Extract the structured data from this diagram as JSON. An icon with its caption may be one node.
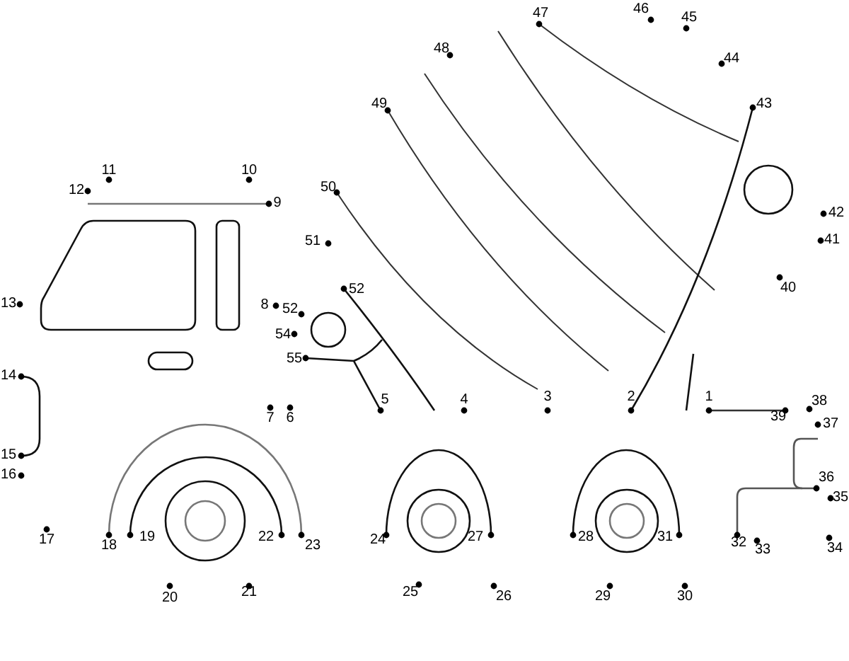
{
  "diagram": {
    "labels": [
      "46",
      "47",
      "45",
      "48",
      "44",
      "49",
      "43",
      "10",
      "11",
      "50",
      "12",
      "9",
      "42",
      "41",
      "51",
      "40",
      "52",
      "13",
      "8",
      "52",
      "54",
      "55",
      "14",
      "1",
      "2",
      "3",
      "4",
      "5",
      "38",
      "7",
      "6",
      "39",
      "37",
      "15",
      "16",
      "36",
      "35",
      "22",
      "27",
      "28",
      "31",
      "19",
      "24",
      "17",
      "32",
      "18",
      "23",
      "34",
      "33",
      "25",
      "21",
      "29",
      "26",
      "30",
      "20"
    ]
  }
}
